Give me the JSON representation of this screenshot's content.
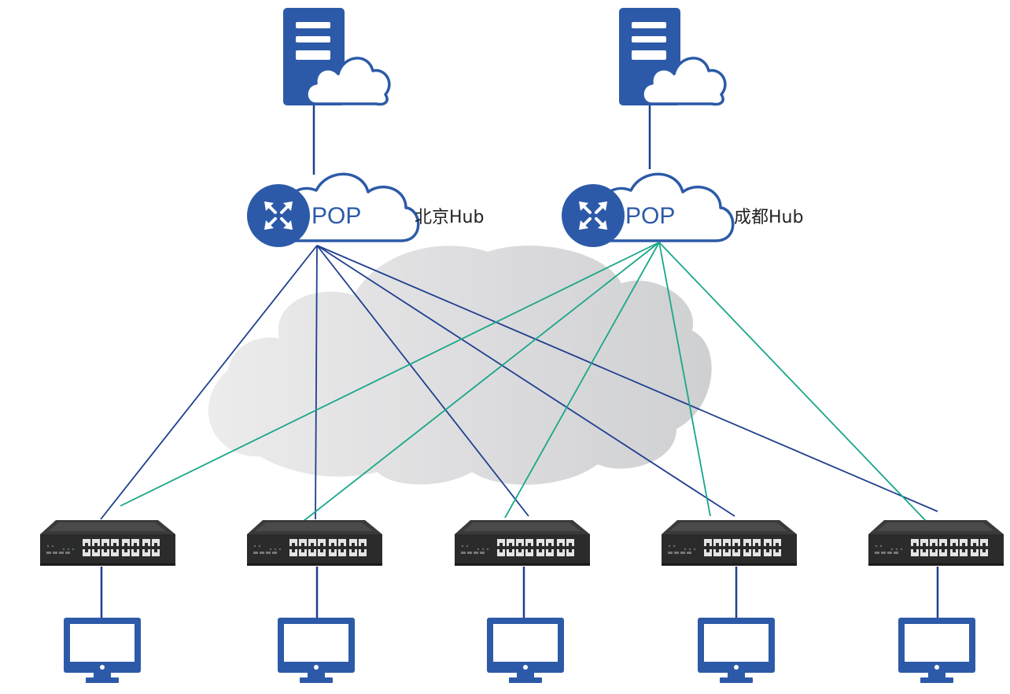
{
  "colors": {
    "brand_blue": "#2d5aa8",
    "line_blue": "#1f3f8f",
    "line_teal": "#1aa68a",
    "cloud_grey": "#d6d7d9",
    "switch_dark": "#2b2b2b"
  },
  "hubs": [
    {
      "id": "beijing",
      "pop_label": "POP",
      "hub_label": "北京Hub",
      "icon": "router-icon"
    },
    {
      "id": "chengdu",
      "pop_label": "POP",
      "hub_label": "成都Hub",
      "icon": "router-icon"
    }
  ],
  "servers": [
    {
      "id": "server-1",
      "icon": "server-cloud-icon",
      "hub": "beijing"
    },
    {
      "id": "server-2",
      "icon": "server-cloud-icon",
      "hub": "chengdu"
    }
  ],
  "sites": [
    {
      "id": "site-1",
      "switch_icon": "network-switch-icon",
      "pc_icon": "monitor-icon"
    },
    {
      "id": "site-2",
      "switch_icon": "network-switch-icon",
      "pc_icon": "monitor-icon"
    },
    {
      "id": "site-3",
      "switch_icon": "network-switch-icon",
      "pc_icon": "monitor-icon"
    },
    {
      "id": "site-4",
      "switch_icon": "network-switch-icon",
      "pc_icon": "monitor-icon"
    },
    {
      "id": "site-5",
      "switch_icon": "network-switch-icon",
      "pc_icon": "monitor-icon"
    }
  ],
  "links": {
    "beijing": [
      "site-1",
      "site-2",
      "site-3",
      "site-4",
      "site-5"
    ],
    "chengdu": [
      "site-1",
      "site-2",
      "site-3",
      "site-4",
      "site-5"
    ]
  }
}
